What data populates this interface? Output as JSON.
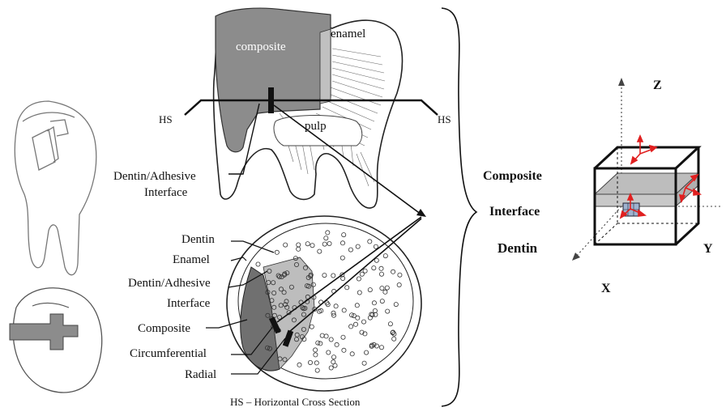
{
  "tooth_section": {
    "composite": "composite",
    "enamel": "enamel",
    "pulp": "pulp",
    "hs_left": "HS",
    "hs_right": "HS",
    "interface_line1": "Dentin/Adhesive",
    "interface_line2": "Interface"
  },
  "cross_section": {
    "dentin": "Dentin",
    "enamel": "Enamel",
    "interface_line1": "Dentin/Adhesive",
    "interface_line2": "Interface",
    "composite": "Composite",
    "circumferential": "Circumferential",
    "radial": "Radial",
    "caption": "HS – Horizontal Cross Section"
  },
  "cube": {
    "composite": "Composite",
    "interface": "Interface",
    "dentin": "Dentin",
    "axis_x": "X",
    "axis_y": "Y",
    "axis_z": "Z"
  },
  "colors": {
    "composite_fill": "#8c8c8c",
    "interface_fill": "#c8c8c8",
    "vector_red": "#e02020"
  }
}
